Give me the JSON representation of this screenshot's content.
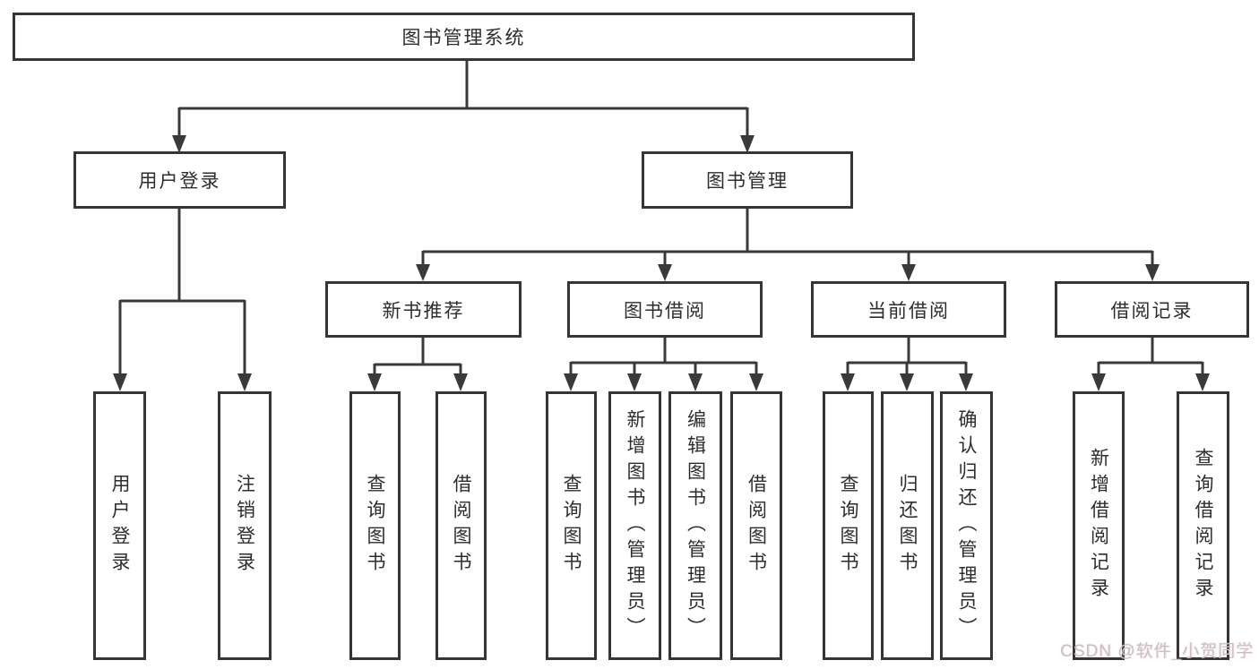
{
  "diagram": {
    "root": {
      "label": "图书管理系统"
    },
    "level2": [
      {
        "label": "用户登录"
      },
      {
        "label": "图书管理"
      }
    ],
    "level3": [
      {
        "label": "新书推荐"
      },
      {
        "label": "图书借阅"
      },
      {
        "label": "当前借阅"
      },
      {
        "label": "借阅记录"
      }
    ],
    "leaves": [
      {
        "label": "用户登录"
      },
      {
        "label": "注销登录"
      },
      {
        "label": "查询图书"
      },
      {
        "label": "借阅图书"
      },
      {
        "label": "查询图书"
      },
      {
        "label": "新增图书（管理员）"
      },
      {
        "label": "编辑图书（管理员）"
      },
      {
        "label": "借阅图书"
      },
      {
        "label": "查询图书"
      },
      {
        "label": "归还图书"
      },
      {
        "label": "确认归还（管理员）"
      },
      {
        "label": "新增借阅记录"
      },
      {
        "label": "查询借阅记录"
      }
    ],
    "colors": {
      "line": "#3a3a3a",
      "box_border": "#353535",
      "text": "#2d2d2d",
      "watermark": "#c7c2c3"
    }
  },
  "watermark": {
    "text": "CSDN @软件_小贺同学"
  }
}
